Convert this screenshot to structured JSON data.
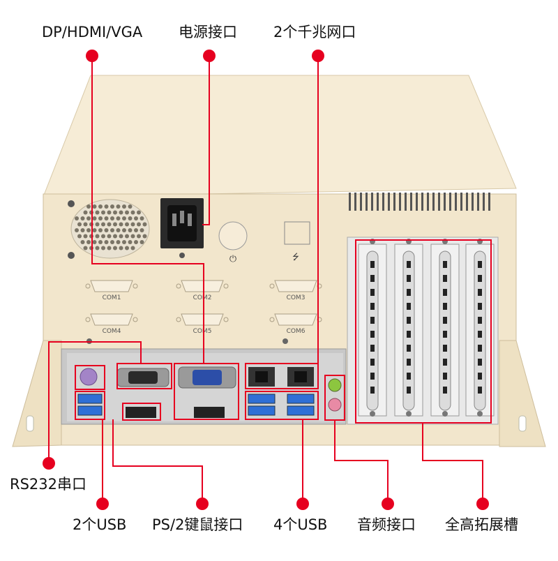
{
  "labels": {
    "display": "DP/HDMI/VGA",
    "power": "电源接口",
    "lan": "2个千兆网口",
    "rs232": "RS232串口",
    "usb2": "2个USB",
    "ps2": "PS/2键鼠接口",
    "usb4": "4个USB",
    "audio": "音频接口",
    "slots": "全高拓展槽"
  },
  "com_ports": [
    "COM1",
    "COM2",
    "COM3",
    "COM4",
    "COM5",
    "COM6"
  ],
  "colors": {
    "chassis": "#f2e6cc",
    "chassis_top": "#f6ecd6",
    "callout": "#e6001f",
    "io_panel": "#bfbfbf",
    "usb3_blue": "#2f6fd6",
    "vga_blue": "#2c4ea8",
    "ps2_purple": "#a384c7",
    "audio_green": "#8cc63f",
    "audio_pink": "#e88aa5"
  },
  "icons": [
    "power-button-icon",
    "usb-symbol-icon",
    "fan-grille-icon"
  ]
}
